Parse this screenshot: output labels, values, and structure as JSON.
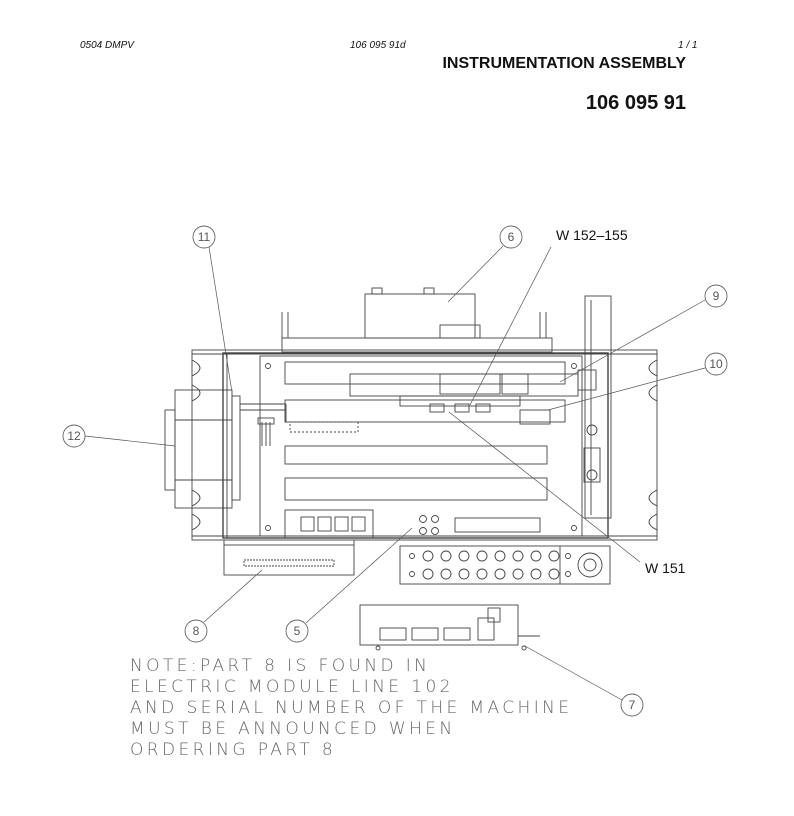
{
  "header": {
    "doc_code": "0504 DMPV",
    "file_ref": "106 095 91d",
    "page": "1 /  1"
  },
  "title": "INSTRUMENTATION ASSEMBLY",
  "part_number": "106 095 91",
  "wire_labels": {
    "upper": "W 152–155",
    "lower": "W 151"
  },
  "callouts": [
    "11",
    "6",
    "9",
    "10",
    "12",
    "8",
    "5",
    "7"
  ],
  "note_lines": [
    "NOTE:PART 8 IS FOUND IN",
    "ELECTRIC MODULE LINE 102",
    "AND SERIAL NUMBER OF THE MACHINE",
    "MUST BE ANNOUNCED WHEN",
    "ORDERING PART 8"
  ]
}
